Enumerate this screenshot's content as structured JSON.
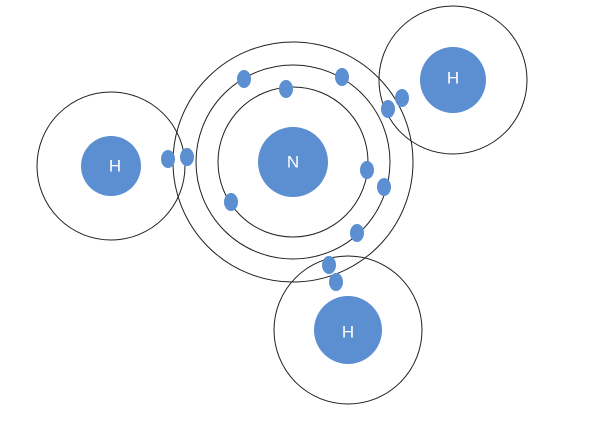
{
  "atoms": {
    "nitrogen": {
      "symbol": "N",
      "electrons": 7
    },
    "hydrogen_1": {
      "symbol": "H"
    },
    "hydrogen_2": {
      "symbol": "H"
    },
    "hydrogen_3": {
      "symbol": "H"
    }
  },
  "colors": {
    "nucleus": "#5b8fd1",
    "electron": "#5b8fd1",
    "shell_stroke": "#1f1f1f",
    "label_text": "#ffffff",
    "background": "#ffffff"
  }
}
